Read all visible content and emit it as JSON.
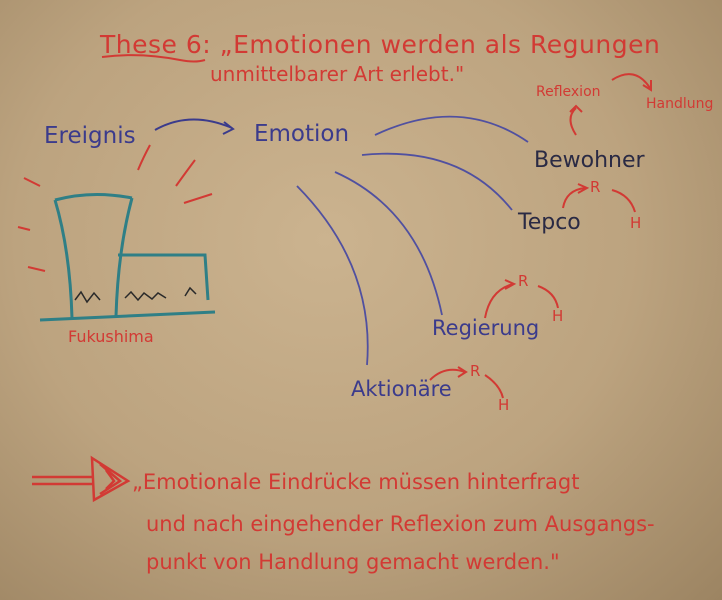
{
  "title": {
    "line1": "These 6: „Emotionen werden als Regungen",
    "line2": "unmittelbarer Art erlebt.\""
  },
  "left": {
    "event": "Ereignis",
    "place": "Fukushima"
  },
  "center": {
    "emotion": "Emotion"
  },
  "actors": {
    "residents": "Bewohner",
    "tepco": "Tepco",
    "government": "Regierung",
    "shareholders": "Aktionäre"
  },
  "flow": {
    "reflection": "Reflexion",
    "action": "Handlung",
    "r": "R",
    "h": "H"
  },
  "conclusion": {
    "line1": "„Emotionale Eindrücke müssen hinterfragt",
    "line2": "und nach eingehender Reflexion zum Ausgangs-",
    "line3": "punkt von Handlung gemacht werden.\""
  },
  "colors": {
    "paper": "#bca37f",
    "red_marker": "#d23a34",
    "blue_marker": "#3b3b8c",
    "teal_marker": "#2f7f86"
  }
}
